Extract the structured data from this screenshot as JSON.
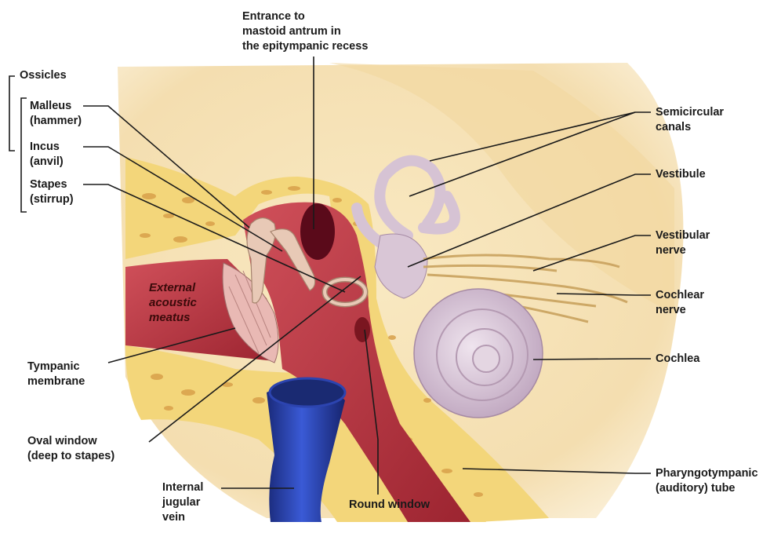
{
  "labels": {
    "entrance": [
      "Entrance to",
      "mastoid antrum in",
      "the epitympanic recess"
    ],
    "ossicles": "Ossicles",
    "malleus": [
      "Malleus",
      "(hammer)"
    ],
    "incus": [
      "Incus",
      "(anvil)"
    ],
    "stapes": [
      "Stapes",
      "(stirrup)"
    ],
    "external_meatus": [
      "External",
      "acoustic",
      "meatus"
    ],
    "tympanic": [
      "Tympanic",
      "membrane"
    ],
    "oval_window": [
      "Oval window",
      "(deep to stapes)"
    ],
    "internal_jugular": [
      "Internal",
      "jugular",
      "vein"
    ],
    "round_window": "Round window",
    "semicircular": [
      "Semicircular",
      "canals"
    ],
    "vestibule": "Vestibule",
    "vestibular_nerve": [
      "Vestibular",
      "nerve"
    ],
    "cochlear_nerve": [
      "Cochlear",
      "nerve"
    ],
    "cochlea": "Cochlea",
    "pharyngotympanic": [
      "Pharyngotympanic",
      "(auditory) tube"
    ]
  },
  "colors": {
    "background_tissue": "#f6e3b4",
    "bone": "#f3d67a",
    "canal_red": "#b8323a",
    "inner_ear": "#d9c6d6",
    "vein_blue": "#223fa8"
  }
}
